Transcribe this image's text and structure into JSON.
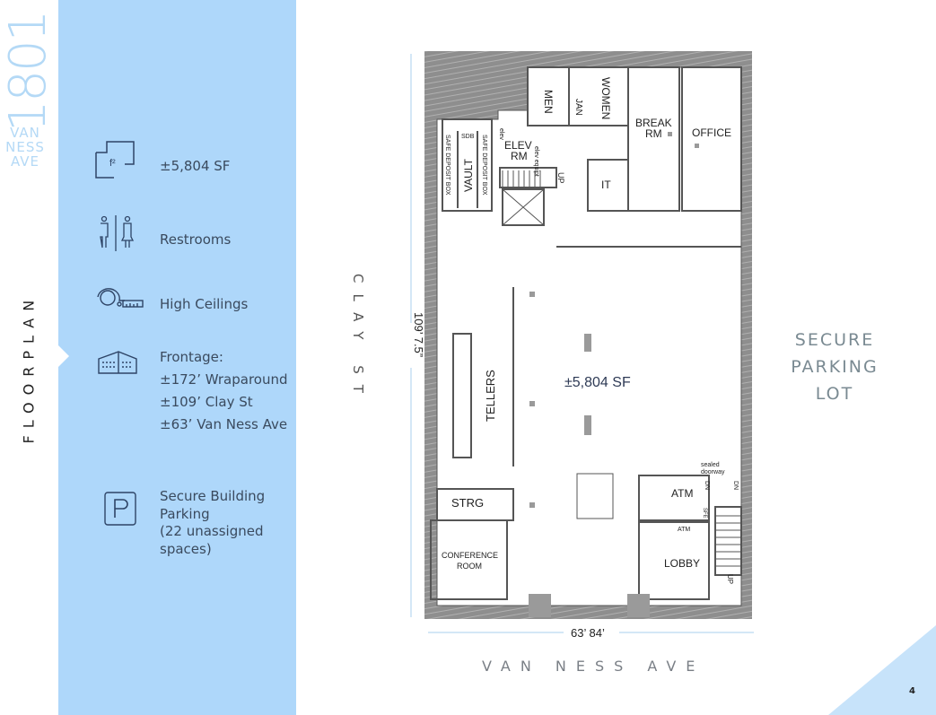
{
  "brand": {
    "number": "1801",
    "street_lines": [
      "VAN",
      "NESS",
      "AVE"
    ]
  },
  "section_label": "FLOORPLAN",
  "features": [
    {
      "icon": "square-feet-icon",
      "lines": [
        "±5,804 SF"
      ]
    },
    {
      "icon": "restroom-icon",
      "lines": [
        "Restrooms"
      ]
    },
    {
      "icon": "tape-measure-icon",
      "lines": [
        "High Ceilings"
      ]
    },
    {
      "icon": "building-frontage-icon",
      "lines": [
        "Frontage:",
        "±172’ Wraparound",
        "±109’ Clay St",
        "±63’ Van Ness Ave"
      ]
    },
    {
      "icon": "parking-icon",
      "lines": [
        "Secure Building",
        "Parking",
        "(22 unassigned",
        "spaces)"
      ]
    }
  ],
  "floorplan": {
    "side_street": "CLAY ST",
    "front_street": "VAN NESS AVE",
    "height_dim": "109’ 7.5”",
    "width_dim": "63’ 84’",
    "total_area": "±5,804 SF",
    "rooms": {
      "men": "MEN",
      "women": "WOMEN",
      "jan": "JAN",
      "break_1": "BREAK",
      "break_2": "RM",
      "office": "OFFICE",
      "elev_1": "ELEV",
      "elev_2": "RM",
      "elev_equipt": "elev equipt",
      "elev_small": "elev",
      "sdb": "SDB",
      "safe_deposit": "SAFE DEPOSIT BOX",
      "vault": "VAULT",
      "up": "UP",
      "it": "IT",
      "tellers": "TELLERS",
      "strg": "STRG",
      "conf_1": "CONFERENCE",
      "conf_2": "ROOM",
      "atm": "ATM",
      "atm_small": "ATM",
      "lobby": "LOBBY",
      "sealed_1": "sealed",
      "sealed_2": "doorway",
      "dn": "DN",
      "sfe": "SFE"
    }
  },
  "adjacent": [
    "SECURE",
    "PARKING",
    "LOT"
  ],
  "page_number": "4",
  "colors": {
    "panel": "#aed7fa",
    "brand": "#b4d9f6",
    "icon": "#2e4466",
    "wall": "#8c8c8c"
  }
}
